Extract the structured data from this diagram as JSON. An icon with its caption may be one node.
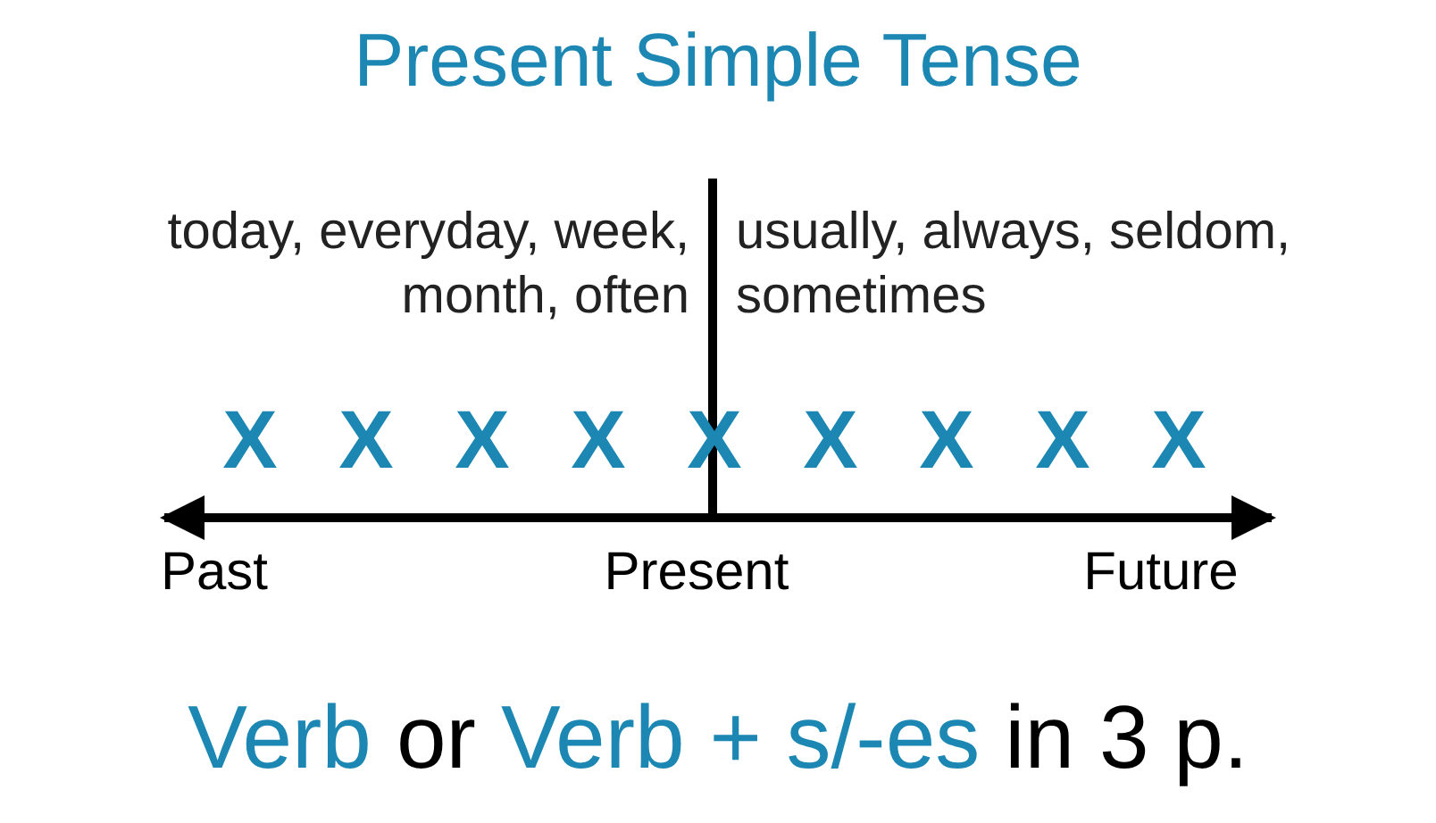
{
  "diagram": {
    "title": "Present Simple Tense",
    "labels": [
      "today, everyday, week, month, often",
      "usually, always, seldom, sometimes",
      "X",
      "X",
      "X",
      "X",
      "X",
      "X",
      "X",
      "X",
      "X",
      "Past",
      "Present",
      "Future",
      "Verb",
      "or",
      "Verb + s/-es",
      "in 3 p."
    ]
  }
}
